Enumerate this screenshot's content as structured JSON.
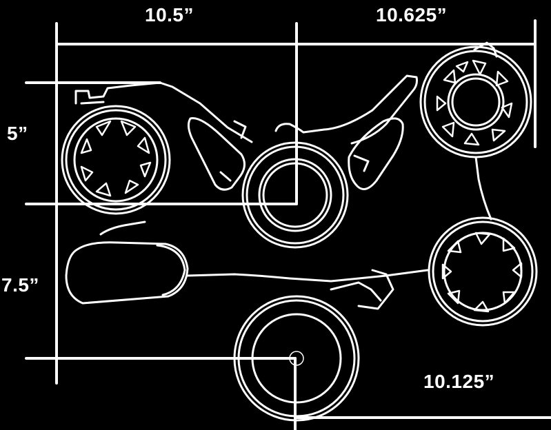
{
  "dimensions": {
    "top_left": "10.5”",
    "top_right": "10.625”",
    "left_upper": "5”",
    "left_lower": "7.5”",
    "bottom_right": "10.125”"
  },
  "colors": {
    "background": "#000000",
    "line": "#ffffff"
  }
}
